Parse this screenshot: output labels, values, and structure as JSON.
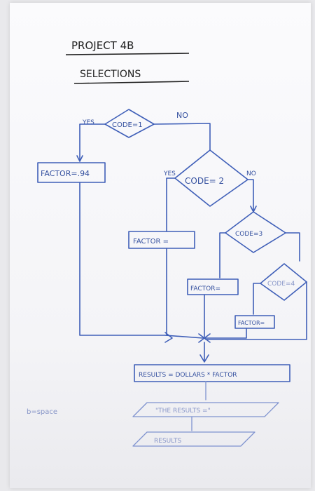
{
  "header": {
    "title": "PROJECT 4B",
    "subtitle": "SELECTIONS"
  },
  "flow": {
    "decision1": "CODE=1",
    "yes1": "YES",
    "no1": "NO",
    "factor1": "FACTOR=.94",
    "decision2": "CODE= 2",
    "yes2": "YES",
    "no2": "NO",
    "factor2": "FACTOR =",
    "decision3": "CODE=3",
    "factor3": "FACTOR=",
    "decision4": "CODE=4",
    "factor4": "FACTOR=",
    "results": "RESULTS = DOLLARS * FACTOR",
    "output": "\"THE RESULTS =\"",
    "results_box": "RESULTS"
  },
  "notes": {
    "side_note": "b=space"
  }
}
